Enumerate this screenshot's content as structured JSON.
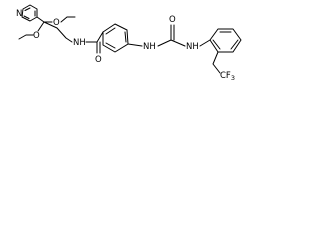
{
  "molecule": {
    "atom_labels": {
      "pyridine_n": "N",
      "upper_ether_o": "O",
      "lower_ether_o": "O",
      "amide_nh": "NH",
      "carbonyl_o": "O",
      "urea_nh_left": "NH",
      "urea_nh_right": "NH",
      "urea_o": "O",
      "cf3": "CF",
      "cf3_sub": "3"
    }
  }
}
